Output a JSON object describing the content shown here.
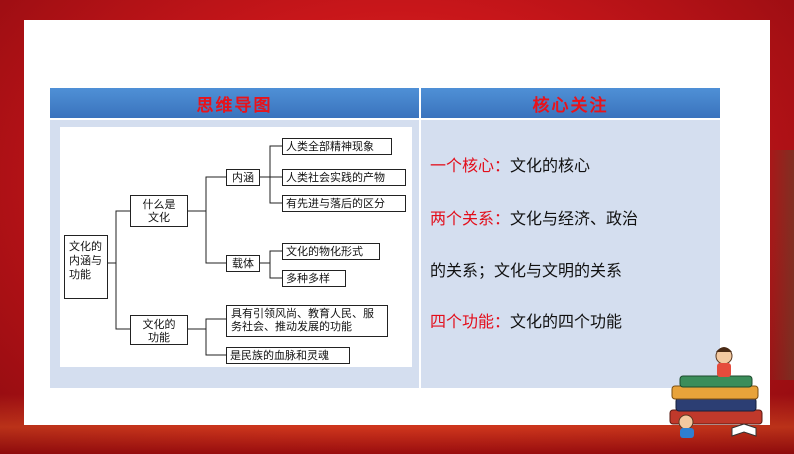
{
  "table": {
    "header_left": "思维导图",
    "header_right": "核心关注"
  },
  "mindmap": {
    "root": "文化的内涵与功能",
    "branch_1": "什么是文化",
    "branch_2": "文化的功能",
    "neihan": "内涵",
    "neihan_items": [
      "人类全部精神现象",
      "人类社会实践的产物",
      "有先进与落后的区分"
    ],
    "zaiti": "载体",
    "zaiti_items": [
      "文化的物化形式",
      "多种多样"
    ],
    "gongneng_items": [
      "具有引领风尚、教育人民、服务社会、推动发展的功能",
      "是民族的血脉和灵魂"
    ]
  },
  "core": {
    "line1_label": "一个核心：",
    "line1_text": "文化的核心",
    "line2_label": "两个关系：",
    "line2_text": "文化与经济、政治",
    "line3_text": "的关系；文化与文明的关系",
    "line4_label": "四个功能：",
    "line4_text": "文化的四个功能"
  },
  "colors": {
    "header_bg": "#3a73bd",
    "header_text": "#e8131b",
    "cell_bg": "#d4deef",
    "label_red": "#e30e1b",
    "background_red": "#c8161a"
  }
}
